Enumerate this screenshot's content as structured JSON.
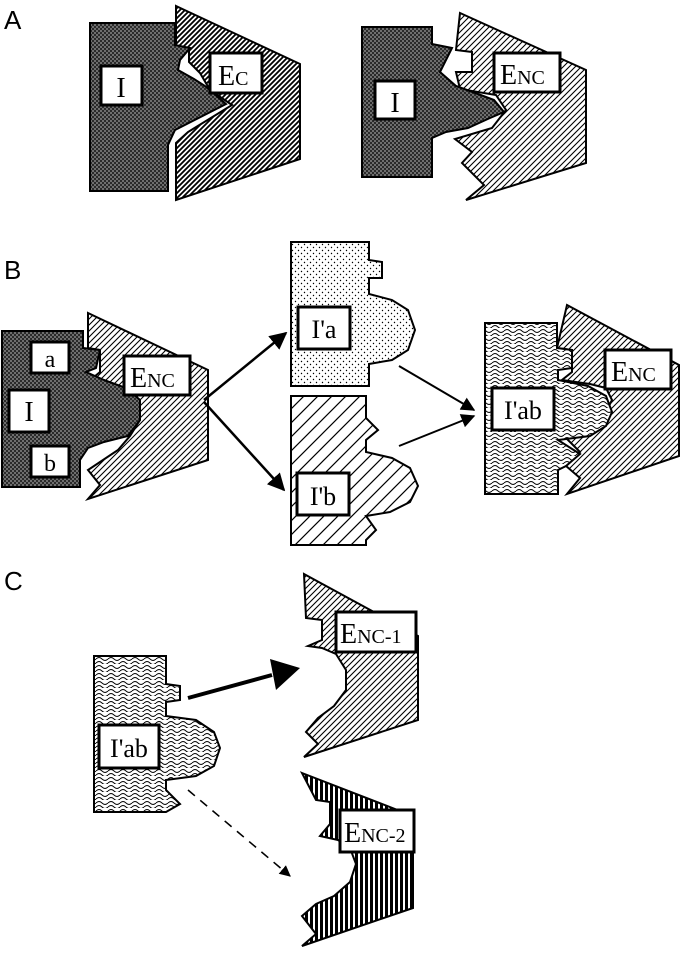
{
  "panels": {
    "a": {
      "letter": "A"
    },
    "b": {
      "letter": "B"
    },
    "c": {
      "letter": "C"
    }
  },
  "labels": {
    "inhibitor": "I",
    "enzyme_competitive_main": "E",
    "enzyme_competitive_sub": "C",
    "enzyme_noncompetitive_main": "E",
    "enzyme_noncompetitive_sub": "NC",
    "fragment_a": "a",
    "fragment_b": "b",
    "inhibitor_a": "I'a",
    "inhibitor_b": "I'b",
    "inhibitor_ab": "I'ab",
    "enzyme_nc1_sub": "NC-1",
    "enzyme_nc2_sub": "NC-2"
  },
  "colors": {
    "ink": "#000000",
    "background": "#ffffff",
    "inhibitor_fill": "#555555",
    "enzyme_c_fill": "#333333",
    "enzyme_nc2_fill": "#000000"
  },
  "icons": [
    "solid-arrow",
    "dashed-arrow"
  ]
}
